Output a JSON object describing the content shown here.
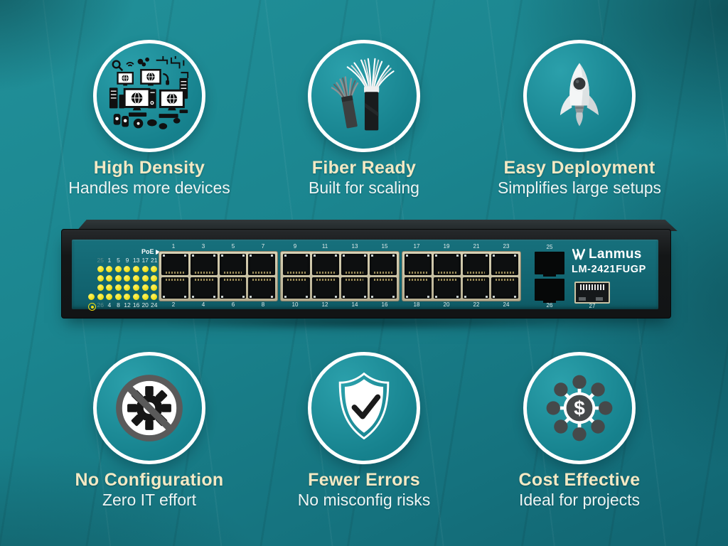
{
  "colors": {
    "background_teal": "#1b858f",
    "title_cream": "#f3e9c4",
    "subtitle_white": "#edf5f4",
    "led_yellow": "#f0de12",
    "panel_teal": "#11646f",
    "port_bezel_beige": "#c9c2a4"
  },
  "features_top": [
    {
      "icon": "devices-cluster-icon",
      "title": "High Density",
      "subtitle": "Handles more devices"
    },
    {
      "icon": "fiber-cables-icon",
      "title": "Fiber Ready",
      "subtitle": "Built for scaling"
    },
    {
      "icon": "rocket-icon",
      "title": "Easy Deployment",
      "subtitle": "Simplifies large setups"
    }
  ],
  "features_bottom": [
    {
      "icon": "no-gear-icon",
      "title": "No Configuration",
      "subtitle": "Zero IT effort"
    },
    {
      "icon": "shield-check-icon",
      "title": "Fewer Errors",
      "subtitle": "No misconfig risks"
    },
    {
      "icon": "dollar-network-icon",
      "title": "Cost Effective",
      "subtitle": "Ideal for projects"
    }
  ],
  "switch": {
    "brand": "Lanmus",
    "model": "LM-2421FUGP",
    "poe_label": "PoE ▶",
    "led_top_labels": [
      "25",
      "1",
      "5",
      "9",
      "13",
      "17",
      "21"
    ],
    "led_bottom_labels": [
      "26",
      "4",
      "8",
      "12",
      "16",
      "20",
      "24"
    ],
    "led_rows": 4,
    "led_cols": 7,
    "port_blocks": [
      {
        "top": [
          "1",
          "3",
          "5",
          "7"
        ],
        "bottom": [
          "2",
          "4",
          "6",
          "8"
        ]
      },
      {
        "top": [
          "9",
          "11",
          "13",
          "15"
        ],
        "bottom": [
          "10",
          "12",
          "14",
          "16"
        ]
      },
      {
        "top": [
          "17",
          "19",
          "21",
          "23"
        ],
        "bottom": [
          "18",
          "20",
          "22",
          "24"
        ]
      }
    ],
    "uplink_ports": [
      "25",
      "26"
    ],
    "sfp_port": "27"
  }
}
